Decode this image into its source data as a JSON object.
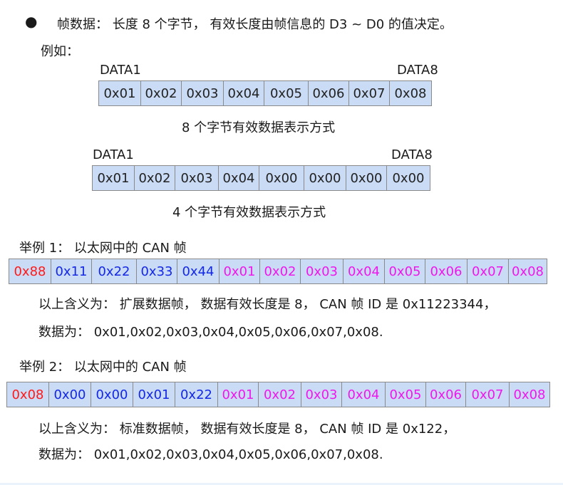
{
  "bullet_line": {
    "bullet": "●",
    "text": "帧数据： 长度 8 个字节， 有效长度由帧信息的 D3 ~ D0 的值决定。"
  },
  "example_label": "例如：",
  "table1": {
    "left": "DATA1",
    "right": "DATA8",
    "cells": [
      "0x01",
      "0x02",
      "0x03",
      "0x04",
      "0x05",
      "0x06",
      "0x07",
      "0x08"
    ],
    "caption": "8 个字节有效数据表示方式"
  },
  "table2": {
    "left": "DATA1",
    "right": "DATA8",
    "cells": [
      "0x01",
      "0x02",
      "0x03",
      "0x04",
      "0x00",
      "0x00",
      "0x00",
      "0x00"
    ],
    "caption": "4 个字节有效数据表示方式"
  },
  "ex1": {
    "title": "举例 1： 以太网中的 CAN 帧",
    "cells": [
      {
        "v": "0x88",
        "c": "red"
      },
      {
        "v": "0x11",
        "c": "blue"
      },
      {
        "v": "0x22",
        "c": "blue"
      },
      {
        "v": "0x33",
        "c": "blue"
      },
      {
        "v": "0x44",
        "c": "blue"
      },
      {
        "v": "0x01",
        "c": "mag"
      },
      {
        "v": "0x02",
        "c": "mag"
      },
      {
        "v": "0x03",
        "c": "mag"
      },
      {
        "v": "0x04",
        "c": "mag"
      },
      {
        "v": "0x05",
        "c": "mag"
      },
      {
        "v": "0x06",
        "c": "mag"
      },
      {
        "v": "0x07",
        "c": "mag"
      },
      {
        "v": "0x08",
        "c": "mag"
      }
    ],
    "line1": "以上含义为： 扩展数据帧， 数据有效长度是 8， CAN 帧 ID 是 0x11223344，",
    "line2": "数据为： 0x01,0x02,0x03,0x04,0x05,0x06,0x07,0x08."
  },
  "ex2": {
    "title": "举例 2： 以太网中的 CAN 帧",
    "cells": [
      {
        "v": "0x08",
        "c": "red"
      },
      {
        "v": "0x00",
        "c": "blue"
      },
      {
        "v": "0x00",
        "c": "blue"
      },
      {
        "v": "0x01",
        "c": "blue"
      },
      {
        "v": "0x22",
        "c": "blue"
      },
      {
        "v": "0x01",
        "c": "mag"
      },
      {
        "v": "0x02",
        "c": "mag"
      },
      {
        "v": "0x03",
        "c": "mag"
      },
      {
        "v": "0x04",
        "c": "mag"
      },
      {
        "v": "0x05",
        "c": "mag"
      },
      {
        "v": "0x06",
        "c": "mag"
      },
      {
        "v": "0x07",
        "c": "mag"
      },
      {
        "v": "0x08",
        "c": "mag"
      }
    ],
    "line1": "以上含义为： 标准数据帧， 数据有效长度是 8， CAN 帧 ID 是 0x122，",
    "line2": "数据为： 0x01,0x02,0x03,0x04,0x05,0x06,0x07,0x08."
  }
}
